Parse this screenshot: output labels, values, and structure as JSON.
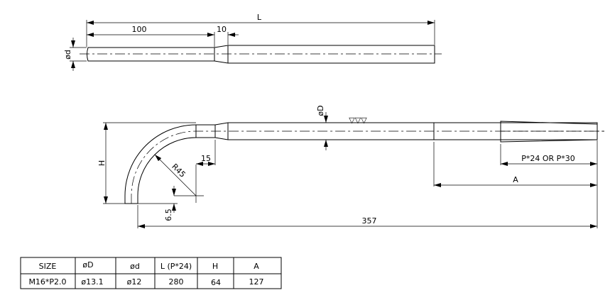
{
  "top_view": {
    "dim_L": "L",
    "dim_100": "100",
    "dim_10": "10",
    "dim_d": "ød"
  },
  "side_view": {
    "dim_D": "øD",
    "surface_finish": "▽▽▽",
    "dim_H": "H",
    "dim_R": "R45",
    "dim_15": "15",
    "dim_6_5": "6.5",
    "dim_357": "357",
    "dim_thread": "P*24 OR P*30",
    "dim_A": "A"
  },
  "table": {
    "headers": [
      "SIZE",
      "øD",
      "ød",
      "L (P*24)",
      "H",
      "A"
    ],
    "rows": [
      [
        "M16*P2.0",
        "ø13.1",
        "ø12",
        "280",
        "64",
        "127"
      ]
    ]
  }
}
